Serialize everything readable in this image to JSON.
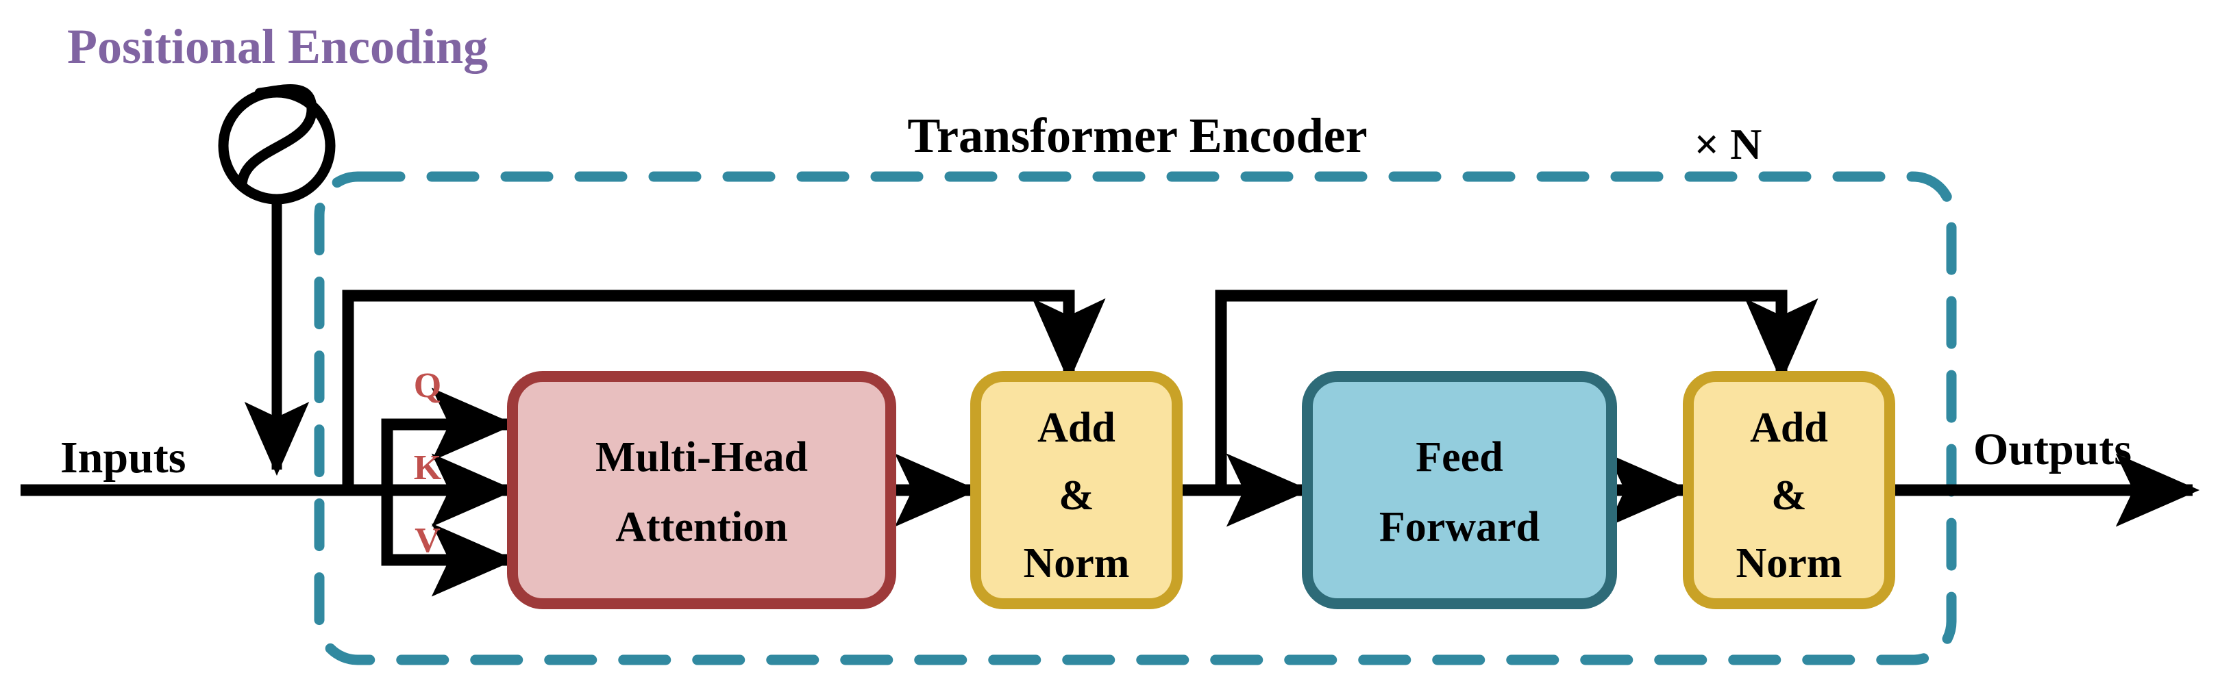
{
  "diagram": {
    "title": "Transformer Encoder",
    "positional_encoding_label": "Positional Encoding",
    "repeat_label": "× N",
    "input_label": "Inputs",
    "output_label": "Outputs",
    "blocks": [
      {
        "id": "multi-head-attention",
        "lines": [
          "Multi-Head",
          "Attention"
        ],
        "fill": "#E8BFBF",
        "stroke": "#9E3A3A"
      },
      {
        "id": "add-norm-1",
        "lines": [
          "Add",
          "&",
          "Norm"
        ],
        "fill": "#FAE3A0",
        "stroke": "#C9A227"
      },
      {
        "id": "feed-forward",
        "lines": [
          "Feed",
          "Forward"
        ],
        "fill": "#93CDDD",
        "stroke": "#2E6B78"
      },
      {
        "id": "add-norm-2",
        "lines": [
          "Add",
          "&",
          "Norm"
        ],
        "fill": "#FAE3A0",
        "stroke": "#C9A227"
      }
    ],
    "attention_inputs": [
      {
        "id": "query",
        "label": "Q"
      },
      {
        "id": "key",
        "label": "K"
      },
      {
        "id": "value",
        "label": "V"
      }
    ],
    "colors": {
      "dashed_border": "#3189A0",
      "positional_encoding_text": "#8064A2",
      "qkv_text": "#C0504D",
      "arrow": "#000000",
      "background": "#FFFFFF"
    }
  }
}
